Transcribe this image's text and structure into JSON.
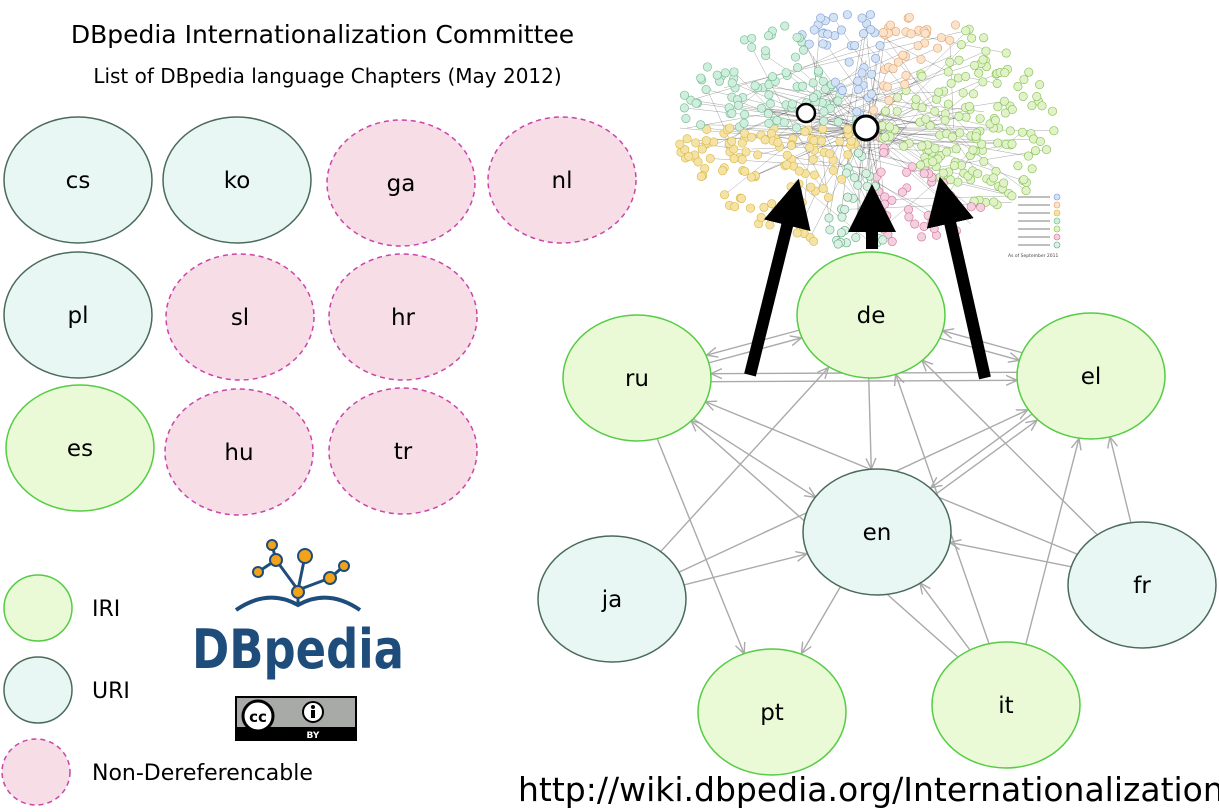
{
  "title": "DBpedia Internationalization Committee",
  "subtitle": "List of DBpedia language Chapters (May 2012)",
  "colors": {
    "iri_fill": "#eafad6",
    "iri_stroke": "#55cc44",
    "uri_fill": "#e8f7f3",
    "uri_stroke": "#4a6a5a",
    "nd_fill": "#f6dde6",
    "nd_stroke": "#cc44aa",
    "edge": "#aaaaaa",
    "arrow": "#000000"
  },
  "chapter_grid": [
    {
      "label": "cs",
      "type": "uri"
    },
    {
      "label": "ko",
      "type": "uri"
    },
    {
      "label": "ga",
      "type": "nd"
    },
    {
      "label": "nl",
      "type": "nd"
    },
    {
      "label": "pl",
      "type": "uri"
    },
    {
      "label": "sl",
      "type": "nd"
    },
    {
      "label": "hr",
      "type": "nd"
    },
    {
      "label": "es",
      "type": "iri"
    },
    {
      "label": "hu",
      "type": "nd"
    },
    {
      "label": "tr",
      "type": "nd"
    }
  ],
  "network_nodes": [
    {
      "id": "de",
      "label": "de",
      "type": "iri"
    },
    {
      "id": "ru",
      "label": "ru",
      "type": "iri"
    },
    {
      "id": "el",
      "label": "el",
      "type": "iri"
    },
    {
      "id": "en",
      "label": "en",
      "type": "uri"
    },
    {
      "id": "ja",
      "label": "ja",
      "type": "uri"
    },
    {
      "id": "fr",
      "label": "fr",
      "type": "uri"
    },
    {
      "id": "pt",
      "label": "pt",
      "type": "iri"
    },
    {
      "id": "it",
      "label": "it",
      "type": "iri"
    }
  ],
  "network_edges": [
    [
      "de",
      "ru"
    ],
    [
      "ru",
      "de"
    ],
    [
      "de",
      "el"
    ],
    [
      "el",
      "de"
    ],
    [
      "ru",
      "el"
    ],
    [
      "el",
      "ru"
    ],
    [
      "de",
      "en"
    ],
    [
      "ru",
      "en"
    ],
    [
      "el",
      "en"
    ],
    [
      "en",
      "el"
    ],
    [
      "ja",
      "de"
    ],
    [
      "ja",
      "en"
    ],
    [
      "ja",
      "el"
    ],
    [
      "ru",
      "pt"
    ],
    [
      "en",
      "pt"
    ],
    [
      "fr",
      "en"
    ],
    [
      "fr",
      "de"
    ],
    [
      "fr",
      "ru"
    ],
    [
      "fr",
      "el"
    ],
    [
      "it",
      "en"
    ],
    [
      "it",
      "el"
    ],
    [
      "it",
      "de"
    ],
    [
      "it",
      "ru"
    ]
  ],
  "lod_arrows": 3,
  "legend": [
    {
      "label": "IRI",
      "type": "iri"
    },
    {
      "label": "URI",
      "type": "uri"
    },
    {
      "label": "Non-Dereferencable",
      "type": "nd"
    }
  ],
  "logo": {
    "text": "DBpedia",
    "color": "#1e4d7b",
    "dot_color": "#f2a31b"
  },
  "license": {
    "cc": "cc",
    "by": "BY"
  },
  "lod_cloud": {
    "caption": "As of September 2011"
  },
  "url": "http://wiki.dbpedia.org/Internationalization"
}
